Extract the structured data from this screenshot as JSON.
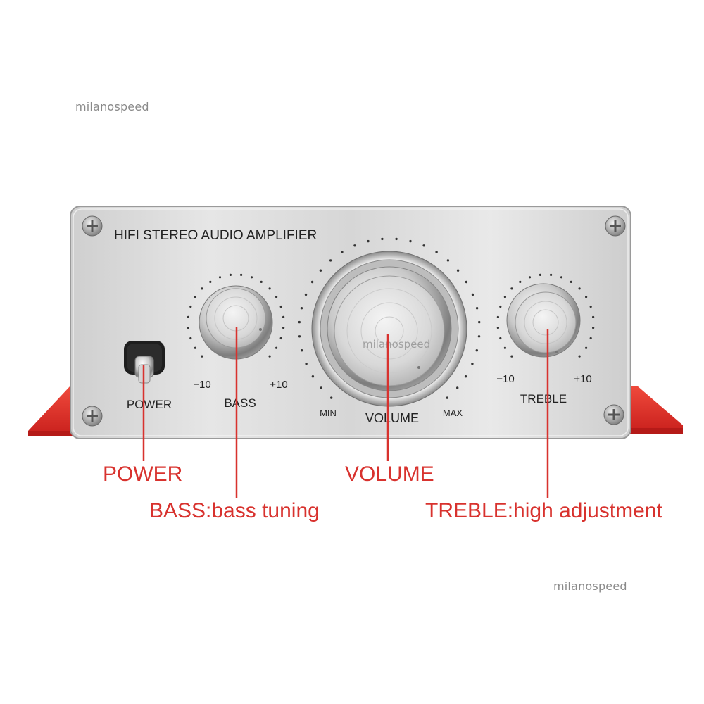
{
  "watermark": {
    "top": "milanospeed",
    "bottom": "milanospeed",
    "center": "milanospeed"
  },
  "panel": {
    "title": "HIFI STEREO AUDIO AMPLIFIER",
    "power_label": "POWER",
    "bass": {
      "label": "BASS",
      "min": "−10",
      "max": "+10"
    },
    "volume": {
      "label": "VOLUME",
      "min": "MIN",
      "max": "MAX"
    },
    "treble": {
      "label": "TREBLE",
      "min": "−10",
      "max": "+10"
    }
  },
  "callouts": {
    "power": "POWER",
    "bass": "BASS:bass tuning",
    "volume": "VOLUME",
    "treble": "TREBLE:high adjustment"
  },
  "colors": {
    "callout": "#d8322e",
    "chassis_red": "#e8312c",
    "panel_silver": "#d9d9d9"
  }
}
